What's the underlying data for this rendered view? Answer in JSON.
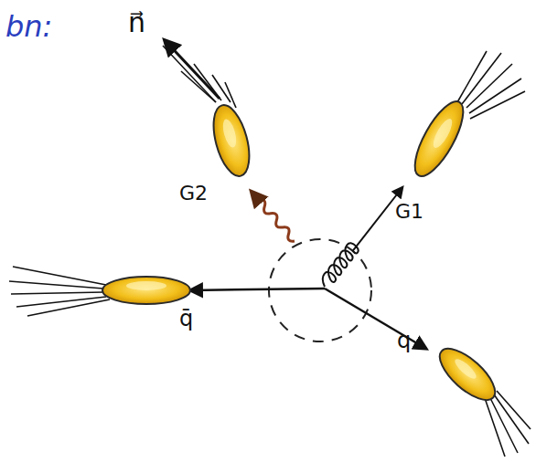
{
  "diagram": {
    "labels": [
      "bn:",
      "n⃗",
      "G2",
      "G1",
      "q̄",
      "q"
    ]
  }
}
